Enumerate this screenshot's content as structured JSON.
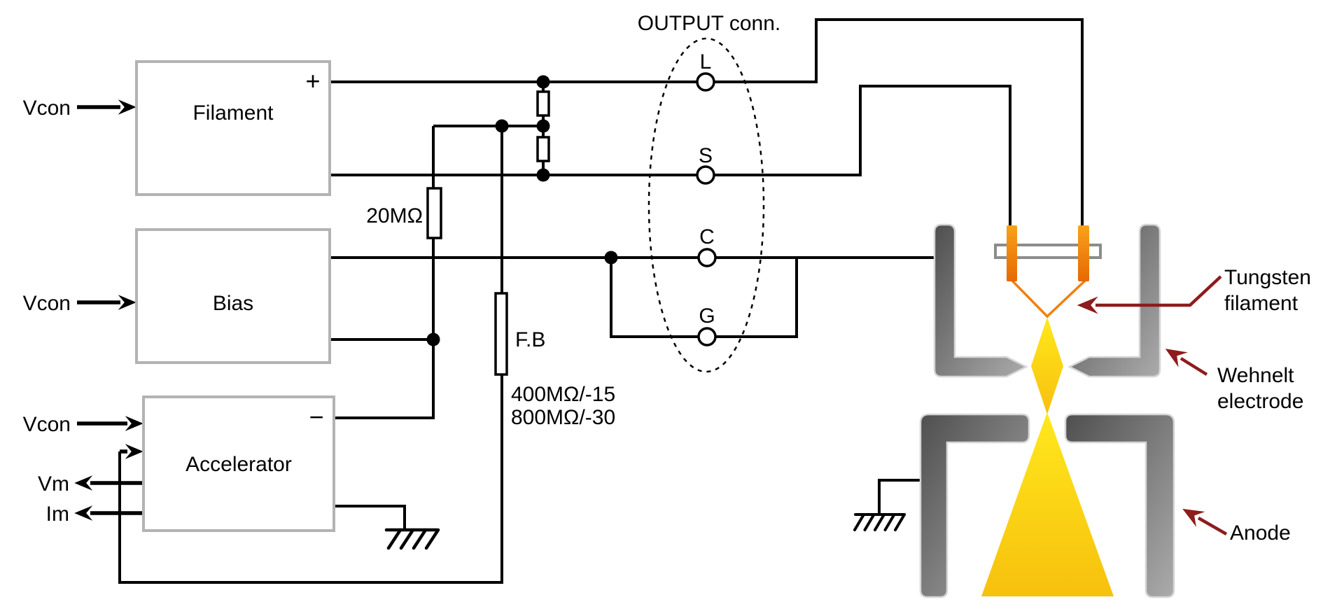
{
  "diagram": {
    "control_inputs": {
      "vcon": "Vcon",
      "vm": "Vm",
      "im": "Im"
    },
    "blocks": {
      "filament": "Filament",
      "bias": "Bias",
      "accelerator": "Accelerator"
    },
    "polarity": {
      "plus": "+",
      "minus": "−"
    },
    "resistors": {
      "r20m": "20MΩ",
      "feedback": "F.B",
      "feedback_value1": "400MΩ/-15",
      "feedback_value2": "800MΩ/-30"
    },
    "connector": {
      "title": "OUTPUT conn.",
      "terminal_l": "L",
      "terminal_s": "S",
      "terminal_c": "C",
      "terminal_g": "G"
    },
    "gun": {
      "tungsten_line1": "Tungsten",
      "tungsten_line2": "filament",
      "wehnelt_line1": "Wehnelt",
      "wehnelt_line2": "electrode",
      "anode": "Anode"
    },
    "colors": {
      "wire": "#000000",
      "box_border": "#b3b3b3",
      "annotation_red": "#8e1c1c",
      "filament_orange": "#f7941e",
      "beam_yellow": "#ffd914",
      "electrode_gray": "#8a8a8a"
    }
  }
}
